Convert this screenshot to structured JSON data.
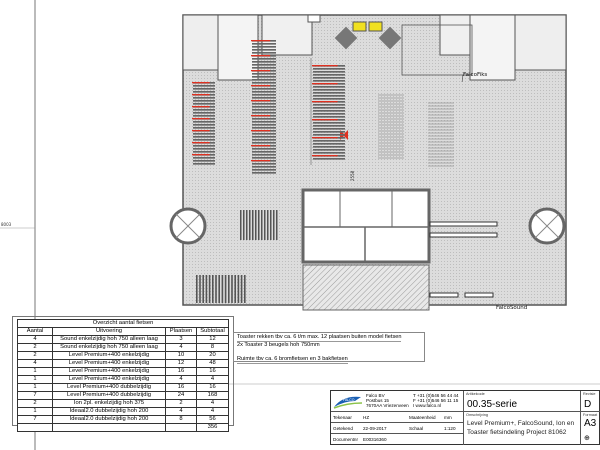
{
  "drawing": {
    "labels": {
      "falcofiks": "FalcoFiks",
      "falcosound": "FalcoSound",
      "dimension_center": "2558",
      "dimension_left": "8003"
    },
    "colors": {
      "rack_marker": "#e03020",
      "bike_store": "#f0e020",
      "floor": "#d9d9d9"
    }
  },
  "summary_table": {
    "title": "Overzicht aantal fietsen",
    "columns": [
      "Aantal",
      "Uitvoering",
      "Plaatsen",
      "Subtotaal"
    ],
    "rows": [
      [
        "4",
        "Sound enkelzijdig hoh 750 alleen laag",
        "3",
        "12"
      ],
      [
        "2",
        "Sound enkelzijdig hoh 750 alleen laag",
        "4",
        "8"
      ],
      [
        "2",
        "Level Premium+400 enkelzijdig",
        "10",
        "20"
      ],
      [
        "4",
        "Level Premium+400 enkelzijdig",
        "12",
        "48"
      ],
      [
        "1",
        "Level Premium+400 enkelzijdig",
        "16",
        "16"
      ],
      [
        "1",
        "Level Premium+400 enkelzijdig",
        "4",
        "4"
      ],
      [
        "1",
        "Level Premium+400 dubbelzijdig",
        "16",
        "16"
      ],
      [
        "7",
        "Level Premium+400 dubbelzijdig",
        "24",
        "168"
      ],
      [
        "2",
        "Ion 2pl. enkelzijdig hoh 375",
        "2",
        "4"
      ],
      [
        "1",
        "Ideaal2.0 dubbelzijdig hoh 200",
        "4",
        "4"
      ],
      [
        "7",
        "Ideaal2.0 dubbelzijdig hoh 200",
        "8",
        "56"
      ]
    ],
    "total": "356"
  },
  "note": {
    "line1": "Toaster rekken tbv ca. 6 t/m max. 12 plaatsen buiten model fietsen",
    "line2": "2x Toaster 3 beugels hoh 750mm",
    "line3": "Ruimte tbv ca. 6 bromfietsen en 3 bakfietsen"
  },
  "title_block": {
    "logo_text": "FALCO",
    "company": [
      "Falco BV",
      "Postbus 15",
      "7670AA Vriezenveen"
    ],
    "contact": [
      "T  +31 (0)546 56 44 44",
      "F  +31 (0)546 56 11 15",
      "I  www.falco.nl"
    ],
    "tekenaar_label": "Tekenaar",
    "tekenaar": "HZ",
    "maateenheid_label": "Maateenheid",
    "maateenheid": "mm",
    "getekend_label": "Getekend",
    "getekend": "22-09-2017",
    "schaal_label": "Schaal",
    "schaal": "1:120",
    "documentnr_label": "Documentnr",
    "documentnr": "E00316360",
    "artikelcode_label": "Artikelcode",
    "artikelcode": "00.35-serie",
    "omschrijving_label": "Omschrijving",
    "omschrijving_1": "Level Premium+, FalcoSound, Ion en",
    "omschrijving_2": "Toaster fietsindeling Project 81062",
    "revisie_label": "Revisie",
    "revisie": "D",
    "formaat_label": "Formaat",
    "formaat": "A3"
  }
}
